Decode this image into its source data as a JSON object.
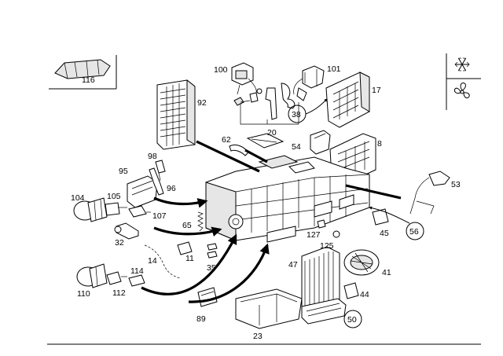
{
  "labels": {
    "116": "116",
    "100": "100",
    "101": "101",
    "92": "92",
    "17": "17",
    "38": "38",
    "20": "20",
    "62": "62",
    "54": "54",
    "8": "8",
    "98": "98",
    "95": "95",
    "96": "96",
    "104": "104",
    "105": "105",
    "107": "107",
    "65": "65",
    "32": "32",
    "14": "14",
    "11": "11",
    "53": "53",
    "45": "45",
    "56": "56",
    "127": "127",
    "125": "125",
    "35": "35",
    "47": "47",
    "41": "41",
    "114": "114",
    "110": "110",
    "112": "112",
    "44": "44",
    "89": "89",
    "50": "50",
    "23": "23"
  },
  "legend": {
    "snowflake_icon": "snowflake-icon",
    "fan_icon": "fan-icon"
  }
}
